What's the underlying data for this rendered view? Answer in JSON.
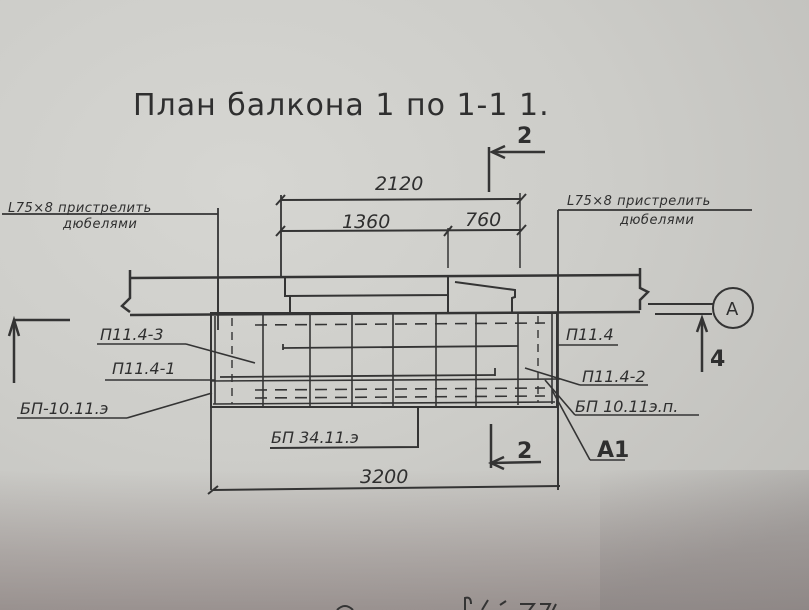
{
  "drawing": {
    "title": "План балкона 1 по 1-1 1.",
    "dimensions": {
      "overall_top": "2120",
      "segment_left": "1360",
      "segment_right": "760",
      "overall_bottom": "3200"
    },
    "notes": {
      "left_angle_line1": "L75×8 пристрелить",
      "left_angle_line2": "дюбелями",
      "right_angle_line1": "L75×8 пристрелить",
      "right_angle_line2": "дюбелями"
    },
    "element_marks": {
      "left_upper": "П11.4-3",
      "left_middle": "П11.4-1",
      "left_lower": "БП-10.11.э",
      "right_upper": "П11.4",
      "right_middle": "П11.4-2",
      "right_lower": "БП 10.11э.п.",
      "right_node": "А1",
      "bottom_slab": "БП 34.11.э"
    },
    "section_cuts": {
      "top_label": "2",
      "bottom_label": "2",
      "side_label": "4"
    },
    "axis": {
      "label": "А"
    },
    "colors": {
      "paper": "#cdcdc9",
      "ink": "#343434"
    }
  }
}
